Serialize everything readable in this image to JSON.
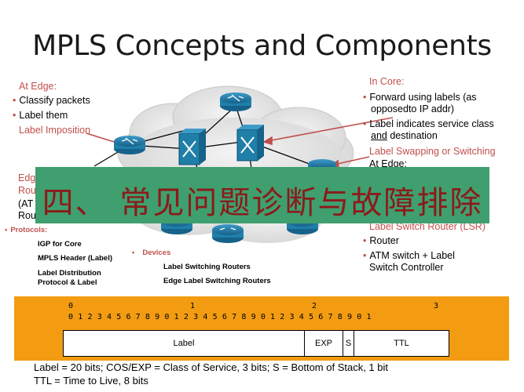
{
  "title": "MPLS Concepts and Components",
  "edge": {
    "header": "At Edge:",
    "items": [
      "Classify packets",
      "Label them"
    ],
    "sub": "Label Imposition"
  },
  "core": {
    "header": "In Core:",
    "items": [
      "Forward using labels (as opposedto IP addr)",
      "Label indicates service class and destination"
    ],
    "item1_line1": "Forward using labels (as",
    "item1_line2": "opposedto IP addr)",
    "item2_line1": "Label indicates service class",
    "item2_and": "and",
    "item2_rest": " destination",
    "sub": "Label Swapping or Switching"
  },
  "edge2_partial": {
    "line1": "Edg",
    "line2": "Rou",
    "line3": "(AT",
    "line4": "Rou"
  },
  "right_partial": {
    "at_edge": "At Edge:",
    "lsr": "Label Switch Router (LSR)",
    "items": [
      "Router",
      "ATM switch + Label",
      "Switch Controller"
    ]
  },
  "protocols": {
    "header": "Protocols:",
    "items": [
      "IGP for Core",
      "MPLS Header (Label)",
      "Label Distribution",
      "Protocol & Label"
    ]
  },
  "devices": {
    "header": "Devices",
    "items": [
      "Label Switching Routers",
      "Edge Label Switching Routers"
    ]
  },
  "banner": "四、 常见问题诊断与故障排除",
  "header_format": {
    "tens": [
      "0",
      "1",
      "2",
      "3"
    ],
    "ones": "0 1 2 3 4 5 6 7 8 9 0 1 2 3 4 5 6 7 8 9 0 1 2 3 4 5 6 7 8 9 0 1",
    "fields": [
      "Label",
      "EXP",
      "S",
      "TTL"
    ]
  },
  "caption": {
    "line1": "Label = 20 bits; COS/EXP = Class of Service, 3 bits; S = Bottom of Stack, 1 bit",
    "line2": "TTL = Time to Live, 8 bits"
  },
  "colors": {
    "accent": "#c0504d",
    "banner": "#3f9f6e",
    "banner_text": "#8b1a1a",
    "header_bg": "#f39c12",
    "router": "#1f7fa8"
  }
}
